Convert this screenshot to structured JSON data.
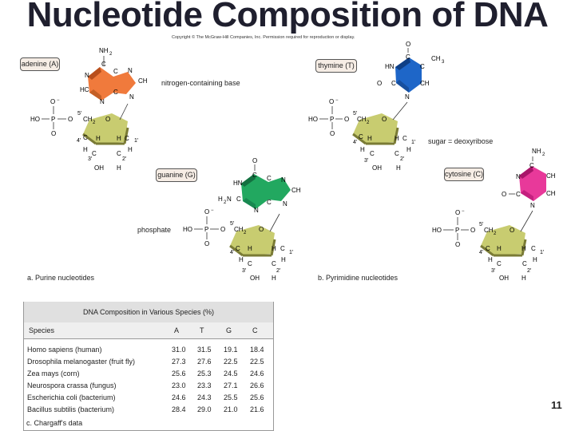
{
  "slide": {
    "title": "Nucleotide Composition of DNA",
    "copyright": "Copyright © The McGraw-Hill Companies, Inc. Permission required for reproduction or display.",
    "page_number": "11"
  },
  "labels": {
    "adenine": "adenine (A)",
    "thymine": "thymine (T)",
    "guanine": "guanine (G)",
    "cytosine": "cytosine (C)",
    "nitrogen_base": "nitrogen-containing base",
    "sugar": "sugar = deoxyribose",
    "phosphate": "phosphate",
    "purine_caption": "a. Purine nucleotides",
    "pyrimidine_caption": "b. Pyrimidine nucleotides",
    "chargaff_caption": "c. Chargaff's data"
  },
  "colors": {
    "adenine": "#f07a3c",
    "thymine": "#1e66c8",
    "guanine": "#22a860",
    "cytosine": "#e8399a",
    "sugar": "#c8cc70"
  },
  "table": {
    "title": "DNA Composition in Various Species (%)",
    "headers": [
      "Species",
      "A",
      "T",
      "G",
      "C"
    ],
    "rows": [
      [
        "Homo sapiens (human)",
        "31.0",
        "31.5",
        "19.1",
        "18.4"
      ],
      [
        "Drosophila melanogaster (fruit fly)",
        "27.3",
        "27.6",
        "22.5",
        "22.5"
      ],
      [
        "Zea mays (corn)",
        "25.6",
        "25.3",
        "24.5",
        "24.6"
      ],
      [
        "Neurospora crassa (fungus)",
        "23.0",
        "23.3",
        "27.1",
        "26.6"
      ],
      [
        "Escherichia coli (bacterium)",
        "24.6",
        "24.3",
        "25.5",
        "25.6"
      ],
      [
        "Bacillus subtilis (bacterium)",
        "28.4",
        "29.0",
        "21.0",
        "21.6"
      ]
    ]
  }
}
